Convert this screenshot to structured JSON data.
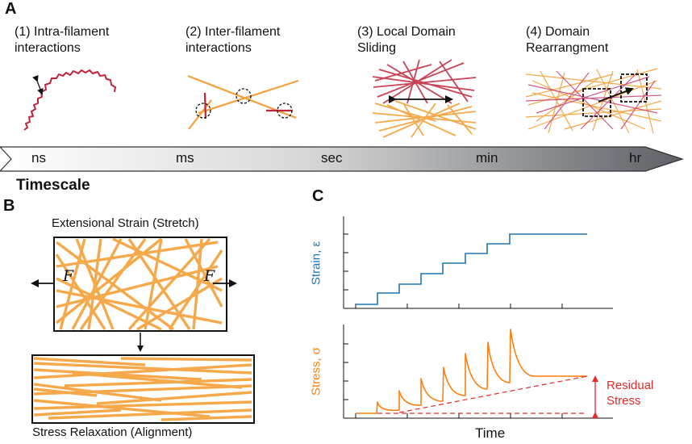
{
  "panel_a": {
    "letter": "A",
    "stages": [
      {
        "line1": "(1) Intra-filament",
        "line2": "interactions"
      },
      {
        "line1": "(2) Inter-filament",
        "line2": "interactions"
      },
      {
        "line1": "(3) Local Domain",
        "line2": "Sliding"
      },
      {
        "line1": "(4) Domain",
        "line2": "Rearrangment"
      }
    ],
    "timescale_ticks": [
      "ns",
      "ms",
      "sec",
      "min",
      "hr"
    ],
    "timescale_label": "Timescale"
  },
  "panel_b": {
    "letter": "B",
    "top_caption": "Extensional Strain (Stretch)",
    "force_symbol": "F",
    "bottom_caption": "Stress Relaxation (Alignment)"
  },
  "panel_c": {
    "letter": "C",
    "strain_label": "Strain, ε",
    "stress_label": "Stress, σ",
    "residual_line1": "Residual",
    "residual_line2": "Stress",
    "x_label": "Time"
  },
  "colors": {
    "orange": "#f5a94a",
    "red": "#c0243a",
    "strain_blue": "#1f77b4",
    "stress_orange": "#ff7f0e",
    "residual_red": "#e32b2b",
    "arrow_dark": "#555a60"
  }
}
